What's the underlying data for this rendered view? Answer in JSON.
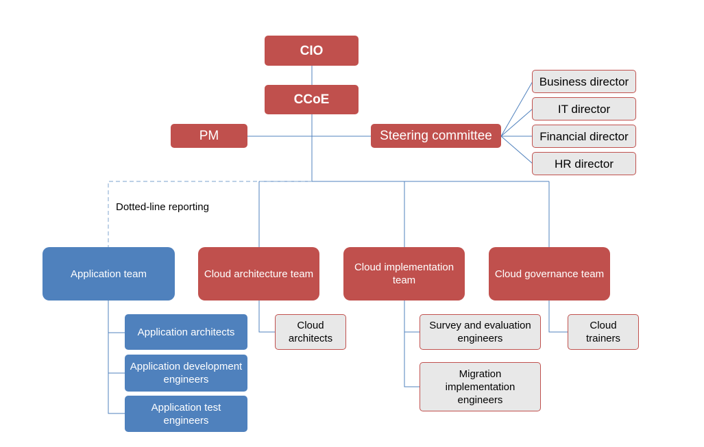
{
  "nodes": {
    "cio": "CIO",
    "ccoe": "CCoE",
    "pm": "PM",
    "steering": "Steering committee",
    "business_director": "Business director",
    "it_director": "IT director",
    "financial_director": "Financial director",
    "hr_director": "HR director",
    "application_team": "Application team",
    "cloud_architecture_team": "Cloud architecture team",
    "cloud_implementation_team": "Cloud implementation team",
    "cloud_governance_team": "Cloud governance team",
    "application_architects": "Application architects",
    "application_development_engineers": "Application development engineers",
    "application_test_engineers": "Application test engineers",
    "cloud_architects": "Cloud architects",
    "survey_evaluation_engineers": "Survey and evaluation engineers",
    "migration_implementation_engineers": "Migration implementation engineers",
    "cloud_trainers": "Cloud trainers"
  },
  "annotations": {
    "dotted_line_reporting": "Dotted-line reporting"
  },
  "colors": {
    "leadership": "#c0504d",
    "application": "#4f81bd",
    "member": "#e8e8e8",
    "connector": "#4f81bd",
    "dotted_connector": "#95b3d7"
  }
}
